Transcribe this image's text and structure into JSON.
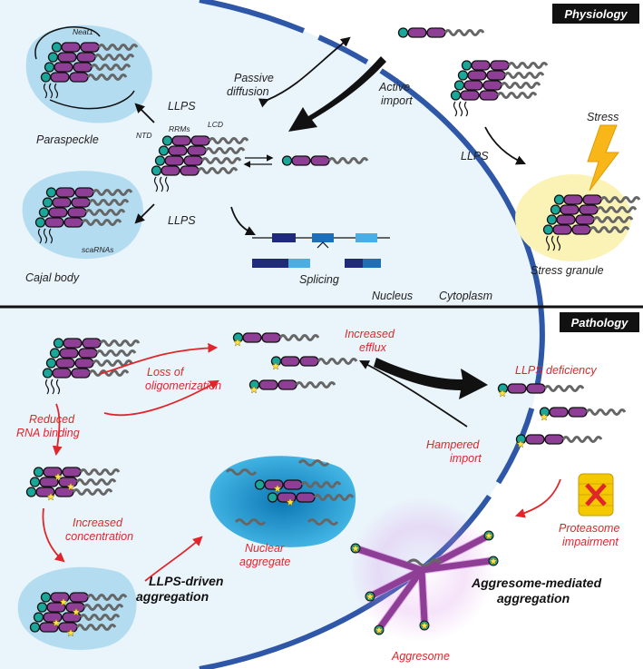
{
  "physiology": {
    "header": "Physiology",
    "neat1": "Neat1",
    "ntd": "NTD",
    "rrms": "RRMs",
    "lcd": "LCD",
    "paraspeckle": "Paraspeckle",
    "cajal_body": "Cajal body",
    "scarnas": "scaRNAs",
    "llps_upper": "LLPS",
    "llps_lower": "LLPS",
    "llps_cyto": "LLPS",
    "passive_diffusion_1": "Passive",
    "passive_diffusion_2": "diffusion",
    "active_import_1": "Active",
    "active_import_2": "import",
    "splicing": "Splicing",
    "stress": "Stress",
    "stress_granule": "Stress granule",
    "nucleus": "Nucleus",
    "cytoplasm": "Cytoplasm"
  },
  "pathology": {
    "header": "Pathology",
    "loss_oligo_1": "Loss of",
    "loss_oligo_2": "oligomerization",
    "increased_efflux_1": "Increased",
    "increased_efflux_2": "efflux",
    "llps_deficiency": "LLPS deficiency",
    "reduced_rna_1": "Reduced",
    "reduced_rna_2": "RNA binding",
    "hampered_import_1": "Hampered",
    "hampered_import_2": "import",
    "increased_conc_1": "Increased",
    "increased_conc_2": "concentration",
    "nuclear_aggregate_1": "Nuclear",
    "nuclear_aggregate_2": "aggregate",
    "llps_driven_1": "LLPS-driven",
    "llps_driven_2": "aggregation",
    "proteasome_1": "Proteasome",
    "proteasome_2": "impairment",
    "aggresome_mediated_1": "Aggresome-mediated",
    "aggresome_mediated_2": "aggregation",
    "aggresome": "Aggresome"
  },
  "colors": {
    "nucleus_fill": "#eaf4fb",
    "nucleus_border": "#2f57a8",
    "condensate": "#b3dcf1",
    "stress_granule": "#fbf3b6",
    "ntd": "#19a79a",
    "rrm": "#8e3f95",
    "lcd": "#555555",
    "red": "#e0262b",
    "star": "#ffe14a",
    "bolt": "#f8b619",
    "aggresome_glow": "#d88ee6",
    "header_bg": "#111111"
  }
}
